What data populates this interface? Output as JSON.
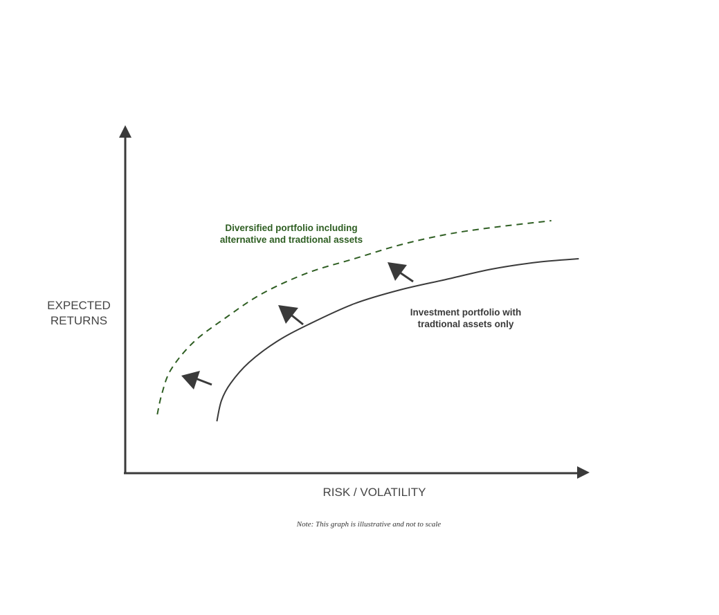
{
  "chart_data": {
    "type": "line",
    "title": "",
    "xlabel": "RISK / VOLATILITY",
    "ylabel_lines": [
      "EXPECTED",
      "RETURNS"
    ],
    "note": "Note: This graph is illustrative and not to scale",
    "grid": false,
    "axes_ticks": false,
    "xlim": [
      0,
      100
    ],
    "ylim": [
      0,
      100
    ],
    "series": [
      {
        "key": "diversified",
        "label_lines": [
          "Diversified portfolio including",
          "alternative and tradtional assets"
        ],
        "style": "dashed",
        "color": "#2e5e22",
        "x": [
          7,
          8,
          10,
          15,
          22,
          30,
          40,
          50,
          60,
          70,
          80,
          93
        ],
        "y": [
          17,
          23,
          30,
          38,
          45,
          52,
          58,
          62,
          66,
          69,
          71,
          73
        ]
      },
      {
        "key": "traditional",
        "label_lines": [
          "Investment portfolio with",
          "tradtional assets only"
        ],
        "style": "solid",
        "color": "#3a3a3a",
        "x": [
          20,
          21,
          23,
          27,
          33,
          40,
          50,
          60,
          70,
          80,
          90,
          99
        ],
        "y": [
          15,
          21,
          26,
          32,
          38,
          43,
          49,
          53,
          56,
          59,
          61,
          62
        ]
      }
    ],
    "shift_arrows": [
      {
        "direction": "up-left"
      },
      {
        "direction": "up-left"
      },
      {
        "direction": "up-left"
      }
    ],
    "colors": {
      "axis": "#3a3a3a",
      "arrow": "#3a3a3a",
      "diversified": "#2e5e22",
      "traditional": "#3a3a3a"
    }
  }
}
